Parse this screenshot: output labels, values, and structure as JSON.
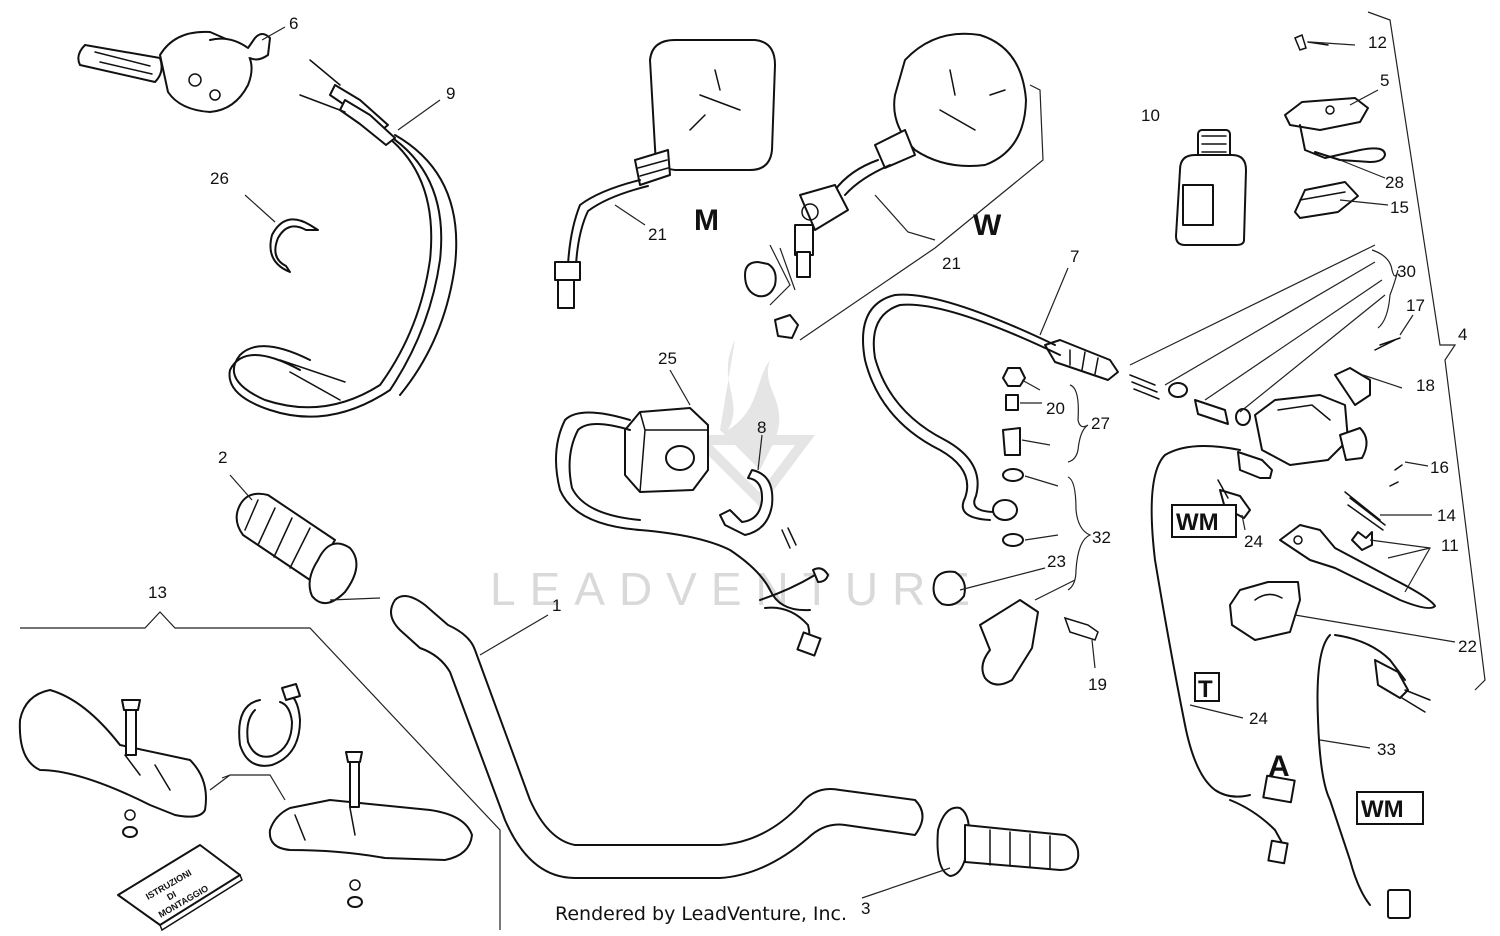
{
  "diagram": {
    "callouts": {
      "c1": "1",
      "c2": "2",
      "c3": "3",
      "c4": "4",
      "c5": "5",
      "c6": "6",
      "c7": "7",
      "c8": "8",
      "c9": "9",
      "c10": "10",
      "c11": "11",
      "c12": "12",
      "c13": "13",
      "c14": "14",
      "c15": "15",
      "c16": "16",
      "c17": "17",
      "c18": "18",
      "c19": "19",
      "c20": "20",
      "c21a": "21",
      "c21b": "21",
      "c22": "22",
      "c23": "23",
      "c24a": "24",
      "c24b": "24",
      "c25": "25",
      "c26": "26",
      "c27": "27",
      "c28": "28",
      "c30": "30",
      "c32": "32",
      "c33": "33"
    },
    "variants": {
      "m": "M",
      "w": "W",
      "wm_top": "WM",
      "t": "T",
      "a": "A",
      "wm_bottom": "WM"
    },
    "booklet": {
      "line1": "ISTRUZIONI",
      "line2": "DI",
      "line3": "MONTAGGIO"
    },
    "watermark": "LEADVENTURE",
    "credit": "Rendered by LeadVenture, Inc."
  }
}
